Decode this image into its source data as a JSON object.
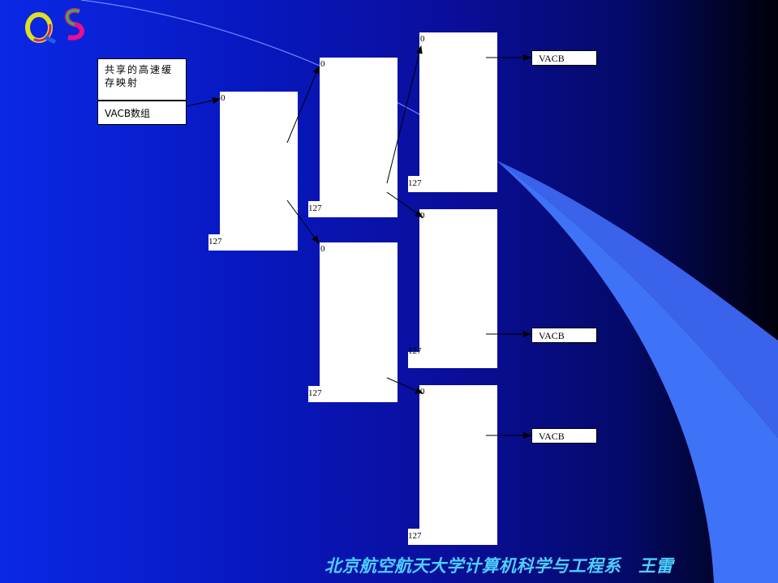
{
  "slide": {
    "logo_text": "QS",
    "footer_text": "北京航空航天大学计算机科学与工程系　王雷"
  },
  "diagram": {
    "shared_cache_map": {
      "title": "共享的高速缓存映射",
      "field": "VACB数组"
    },
    "index_first": "0",
    "index_last": "127",
    "vacb_label": "VACB"
  },
  "colors": {
    "accent_blue": "#3e6ef0",
    "footer_text": "#4cd0ff",
    "box_fill": "#ffffff"
  }
}
